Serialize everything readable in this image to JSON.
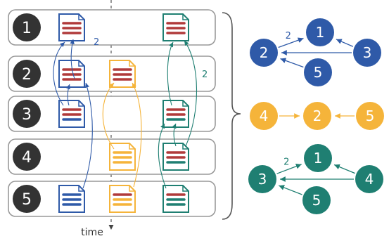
{
  "colors": {
    "red": "#b03a3a",
    "blue": "#2f5aa8",
    "yellow": "#f5b43a",
    "teal": "#1f7f72",
    "row_number_bg": "#333333",
    "row_border": "#999999"
  },
  "timeline": {
    "axis_label": "time"
  },
  "rows": [
    {
      "number": "1"
    },
    {
      "number": "2"
    },
    {
      "number": "3"
    },
    {
      "number": "4"
    },
    {
      "number": "5"
    }
  ],
  "timeline_edge_labels": [
    {
      "text": "2",
      "color": "blue"
    },
    {
      "text": "2",
      "color": "teal"
    }
  ],
  "graphs": [
    {
      "name": "blue-graph",
      "color": "blue",
      "nodes": [
        "1",
        "2",
        "3",
        "5"
      ],
      "edges": [
        {
          "from": "2",
          "to": "1",
          "label": "2"
        },
        {
          "from": "3",
          "to": "1",
          "label": ""
        },
        {
          "from": "3",
          "to": "2",
          "label": ""
        },
        {
          "from": "5",
          "to": "2",
          "label": ""
        }
      ]
    },
    {
      "name": "yellow-graph",
      "color": "yellow",
      "nodes": [
        "4",
        "2",
        "5"
      ],
      "edges": [
        {
          "from": "4",
          "to": "2",
          "label": ""
        },
        {
          "from": "5",
          "to": "2",
          "label": ""
        }
      ]
    },
    {
      "name": "teal-graph",
      "color": "teal",
      "nodes": [
        "1",
        "3",
        "4",
        "5"
      ],
      "edges": [
        {
          "from": "3",
          "to": "1",
          "label": "2"
        },
        {
          "from": "4",
          "to": "1",
          "label": ""
        },
        {
          "from": "4",
          "to": "3",
          "label": ""
        },
        {
          "from": "5",
          "to": "3",
          "label": ""
        }
      ]
    }
  ]
}
